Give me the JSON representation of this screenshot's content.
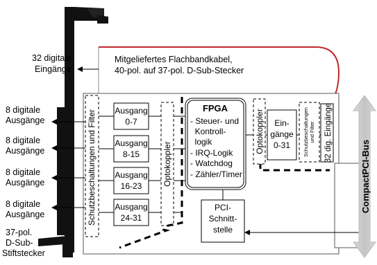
{
  "labels": {
    "ribbon_cable": [
      "Mitgeliefertes Flachbandkabel,",
      "40-pol. auf 37-pol. D-Sub-Stecker"
    ],
    "inputs_32": [
      "32 digitale",
      "Eingänge"
    ],
    "outputs_8": [
      [
        "8 digitale",
        "Ausgänge"
      ],
      [
        "8 digitale",
        "Ausgänge"
      ],
      [
        "8 digitale",
        "Ausgänge"
      ],
      [
        "8 digitale",
        "Ausgänge"
      ]
    ],
    "connector": [
      "37-pol.",
      "D-Sub-",
      "Stiftstecker"
    ],
    "protection_left": "Schutzbeschaltungen und Filter",
    "protection_right": [
      "Schutzbeschaltungen",
      "und Filter"
    ],
    "optocoupler_left": "Optokoppler",
    "optocoupler_right": "Optokoppler",
    "outputs": [
      [
        "Ausgang",
        "0-7"
      ],
      [
        "Ausgang",
        "8-15"
      ],
      [
        "Ausgang",
        "16-23"
      ],
      [
        "Ausgang",
        "24-31"
      ]
    ],
    "fpga_title": "FPGA",
    "fpga_items": [
      "- Steuer- und",
      "  Kontroll-",
      "  logik",
      "- IRQ-Logik",
      "- Watchdog",
      "- Zähler/Timer"
    ],
    "inputs_box": [
      "Ein-",
      "gänge",
      "0-31"
    ],
    "inputs_dig": "32 dig. Eingänge",
    "pci_if": [
      "PCI-",
      "Schnitt-",
      "stelle"
    ],
    "bus": "CompactPCI-Bus"
  }
}
